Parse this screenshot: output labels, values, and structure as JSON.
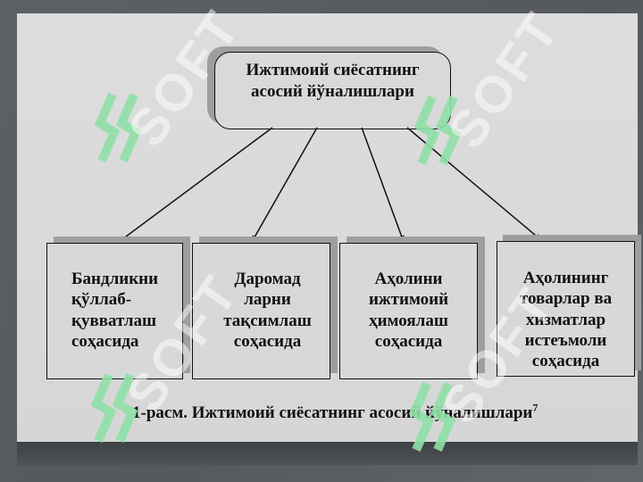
{
  "colors": {
    "background": "#5a5e62",
    "panel": "#d8d8d8",
    "box_border": "#111111",
    "box_shadow": "#9e9e9e",
    "watermark_logo": "#8fe0a8"
  },
  "diagram": {
    "root": {
      "lines": [
        "Ижтимоий сиёсатнинг",
        "асосий йўналишлари"
      ]
    },
    "branches": [
      {
        "lines": [
          "Бандликни",
          "қўллаб-",
          "қувватлаш",
          "соҳасида"
        ]
      },
      {
        "lines": [
          "Даромад",
          "ларни",
          "тақсимлаш",
          "соҳасида"
        ]
      },
      {
        "lines": [
          "Аҳолини",
          "ижтимоий",
          "ҳимоялаш",
          "соҳасида"
        ]
      },
      {
        "lines": [
          "Аҳолининг",
          "товарлар ва",
          "хизматлар",
          "истеъмоли",
          "соҳасида"
        ]
      }
    ]
  },
  "caption": {
    "text": "1-расм. Ижтимоий сиёсатнинг асосий йўналишлари",
    "footnote_ref": "7"
  },
  "watermark": {
    "text": "SOFT",
    "icon": "soft-logo-icon"
  }
}
